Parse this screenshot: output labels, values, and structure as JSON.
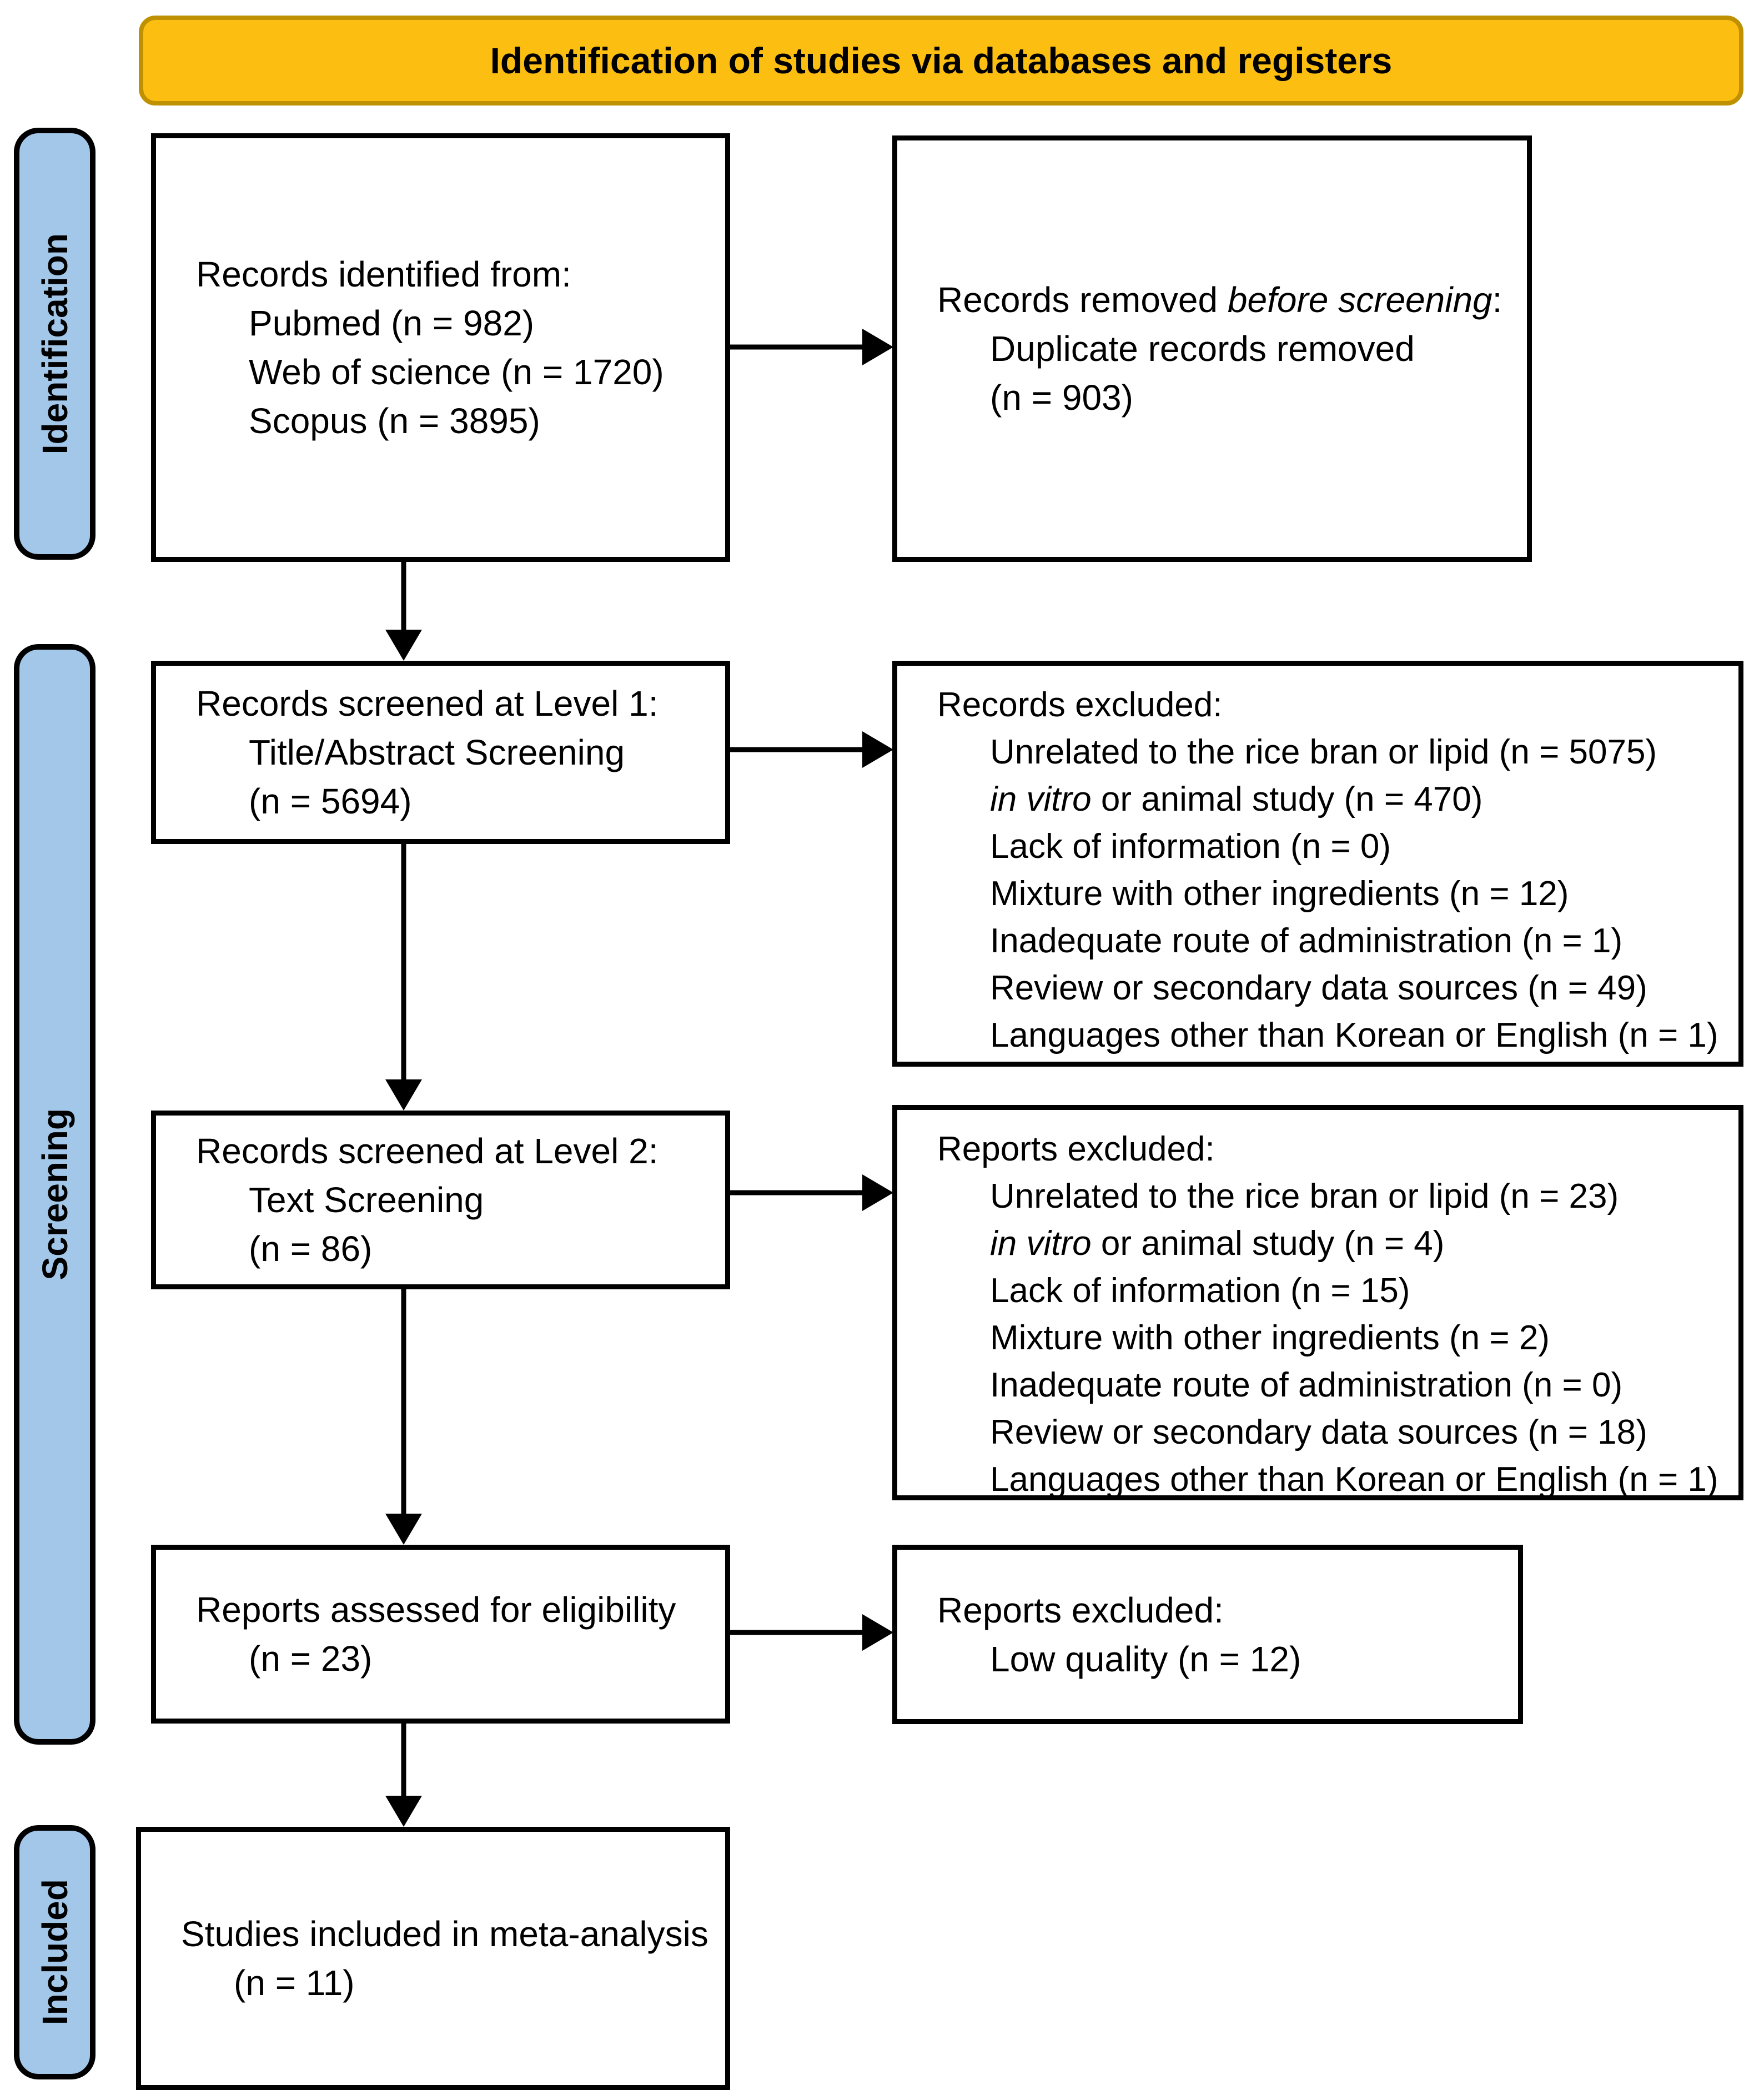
{
  "banner": {
    "title": "Identification of studies via databases and registers"
  },
  "colors": {
    "banner_fill": "#FCBE11",
    "banner_border": "#BF9000",
    "stage_fill": "#A3C7E9",
    "stage_border": "#000000",
    "box_border": "#000000",
    "box_background": "#FFFFFF",
    "arrow": "#000000"
  },
  "stages": [
    {
      "label": "Identification"
    },
    {
      "label": "Screening"
    },
    {
      "label": "Included"
    }
  ],
  "boxes": {
    "records_identified": {
      "heading": [
        {
          "t": "Records identified from:"
        }
      ],
      "items": [
        [
          {
            "t": "Pubmed (n = 982)"
          }
        ],
        [
          {
            "t": "Web of science (n = 1720)"
          }
        ],
        [
          {
            "t": "Scopus (n = 3895)"
          }
        ]
      ]
    },
    "records_removed": {
      "heading": [
        {
          "t": "Records removed "
        },
        {
          "t": "before screening",
          "i": true
        },
        {
          "t": ":"
        }
      ],
      "items": [
        [
          {
            "t": "Duplicate records removed"
          }
        ],
        [
          {
            "t": "(n = 903)"
          }
        ]
      ]
    },
    "level1_screening": {
      "heading": [
        {
          "t": "Records screened at Level 1:"
        }
      ],
      "items": [
        [
          {
            "t": "Title/Abstract Screening"
          }
        ],
        [
          {
            "t": "(n = 5694)"
          }
        ]
      ]
    },
    "records_excluded": {
      "heading": [
        {
          "t": "Records excluded:"
        }
      ],
      "items": [
        [
          {
            "t": "Unrelated to the rice bran or lipid (n = 5075)"
          }
        ],
        [
          {
            "t": "in vitro",
            "i": true
          },
          {
            "t": " or animal study (n = 470)"
          }
        ],
        [
          {
            "t": "Lack of information (n = 0)"
          }
        ],
        [
          {
            "t": "Mixture with other ingredients (n = 12)"
          }
        ],
        [
          {
            "t": "Inadequate route of administration (n = 1)"
          }
        ],
        [
          {
            "t": "Review or secondary data sources (n = 49)"
          }
        ],
        [
          {
            "t": "Languages other than Korean or English (n = 1)"
          }
        ]
      ]
    },
    "level2_screening": {
      "heading": [
        {
          "t": "Records screened at Level 2:"
        }
      ],
      "items": [
        [
          {
            "t": "Text Screening"
          }
        ],
        [
          {
            "t": "(n = 86)"
          }
        ]
      ]
    },
    "reports_excluded_level2": {
      "heading": [
        {
          "t": "Reports excluded:"
        }
      ],
      "items": [
        [
          {
            "t": "Unrelated to the rice bran or lipid (n = 23)"
          }
        ],
        [
          {
            "t": "in vitro",
            "i": true
          },
          {
            "t": " or animal study (n = 4)"
          }
        ],
        [
          {
            "t": "Lack of information (n = 15)"
          }
        ],
        [
          {
            "t": "Mixture with other ingredients (n = 2)"
          }
        ],
        [
          {
            "t": "Inadequate route of administration (n = 0)"
          }
        ],
        [
          {
            "t": "Review or secondary data sources (n = 18)"
          }
        ],
        [
          {
            "t": "Languages other than Korean or English (n = 1)"
          }
        ]
      ]
    },
    "reports_assessed": {
      "heading": [
        {
          "t": "Reports assessed for eligibility"
        }
      ],
      "items": [
        [
          {
            "t": "(n = 23)"
          }
        ]
      ]
    },
    "reports_excluded_quality": {
      "heading": [
        {
          "t": "Reports excluded:"
        }
      ],
      "items": [
        [
          {
            "t": "Low quality (n = 12)"
          }
        ]
      ]
    },
    "studies_included": {
      "heading": [
        {
          "t": "Studies included in meta-analysis"
        }
      ],
      "items": [
        [
          {
            "t": "(n = 11)"
          }
        ]
      ]
    }
  }
}
